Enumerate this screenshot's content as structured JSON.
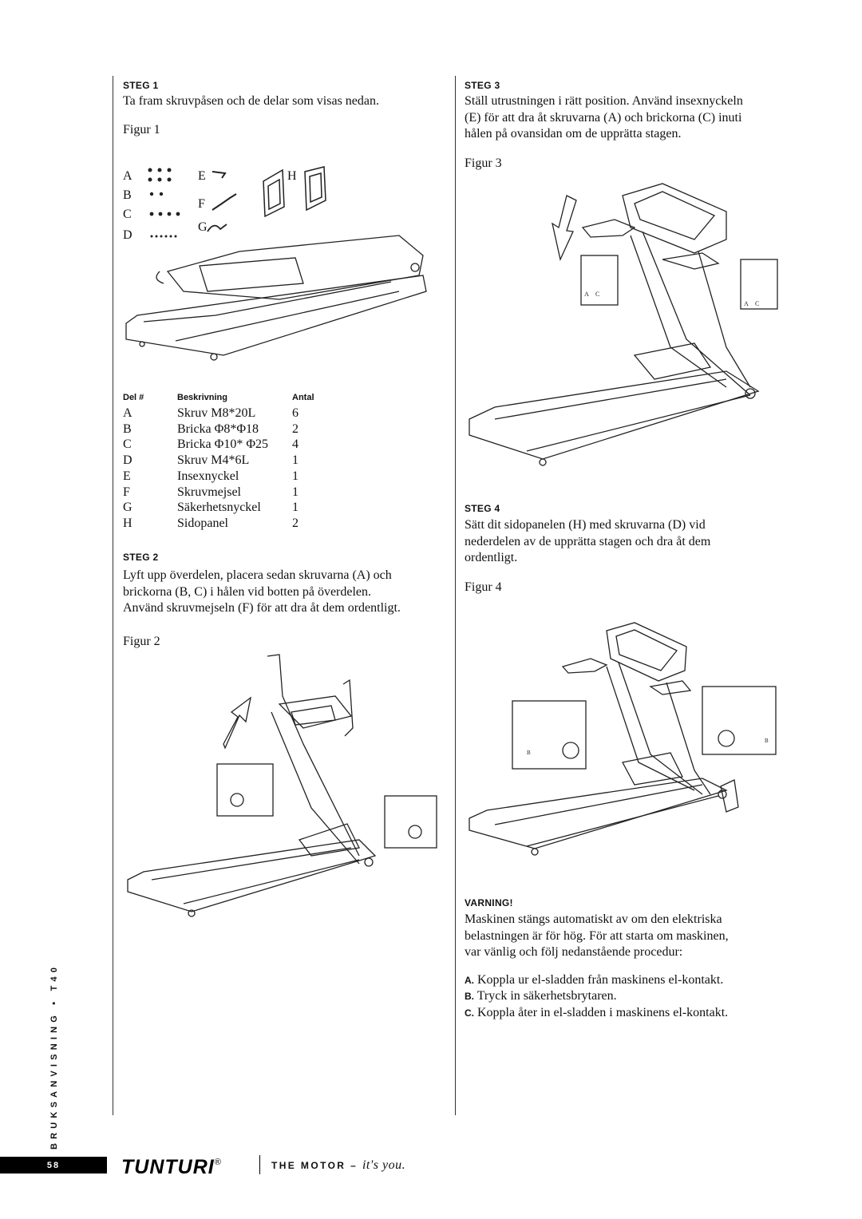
{
  "left": {
    "steg1": {
      "heading": "STEG 1",
      "text": "Ta fram skruvpåsen och de delar som visas nedan.",
      "figure_label": "Figur 1",
      "part_letters": [
        "A",
        "B",
        "C",
        "D",
        "E",
        "F",
        "G",
        "H"
      ]
    },
    "parts_table": {
      "headers": [
        "Del #",
        "Beskrivning",
        "Antal"
      ],
      "rows": [
        [
          "A",
          "Skruv M8*20L",
          "6"
        ],
        [
          "B",
          "Bricka Φ8*Φ18",
          "2"
        ],
        [
          "C",
          "Bricka Φ10* Φ25",
          "4"
        ],
        [
          "D",
          "Skruv M4*6L",
          "1"
        ],
        [
          "E",
          "Insexnyckel",
          "1"
        ],
        [
          "F",
          "Skruvmejsel",
          "1"
        ],
        [
          "G",
          "Säkerhetsnyckel",
          "1"
        ],
        [
          "H",
          "Sidopanel",
          "2"
        ]
      ]
    },
    "steg2": {
      "heading": "STEG 2",
      "lines": [
        "Lyft upp överdelen, placera sedan skruvarna (A) och",
        "brickorna (B, C) i hålen vid botten på överdelen.",
        "Använd skruvmejseln (F) för att dra åt dem ordentligt."
      ],
      "figure_label": "Figur 2"
    }
  },
  "right": {
    "steg3": {
      "heading": "STEG 3",
      "lines": [
        "Ställ utrustningen i rätt position. Använd insexnyckeln",
        "(E) för att dra åt skruvarna (A) och brickorna (C) inuti",
        "hålen på ovansidan om de upprätta stagen."
      ],
      "figure_label": "Figur 3"
    },
    "steg4": {
      "heading": "STEG 4",
      "lines": [
        "Sätt dit sidopanelen (H) med skruvarna (D) vid",
        "nederdelen av de upprätta stagen och dra åt dem",
        "ordentligt."
      ],
      "figure_label": "Figur 4"
    },
    "warning": {
      "heading": "VARNING!",
      "lines": [
        "Maskinen stängs automatiskt av om den elektriska",
        "belastningen är för hög. För att starta om maskinen,",
        "var vänlig och följ nedanstående procedur:"
      ],
      "steps": [
        {
          "letter": "A.",
          "text": "Koppla ur el-sladden från maskinens el-kontakt."
        },
        {
          "letter": "B.",
          "text": "Tryck in säkerhetsbrytaren."
        },
        {
          "letter": "C.",
          "text": "Koppla åter in el-sladden i maskinens el-kontakt."
        }
      ]
    }
  },
  "footer": {
    "side_text": "BRUKSANVISNING • T40",
    "page_number": "58",
    "brand": "TUNTURI",
    "registered": "®",
    "tagline_main": "THE MOTOR",
    "tagline_dash": "–",
    "tagline_italic": "it's you."
  },
  "figure_callouts": {
    "fig3_left": [
      "A",
      "C"
    ],
    "fig3_right": [
      "A",
      "C"
    ],
    "fig4_left": [
      "B"
    ],
    "fig4_right": [
      "B"
    ]
  }
}
